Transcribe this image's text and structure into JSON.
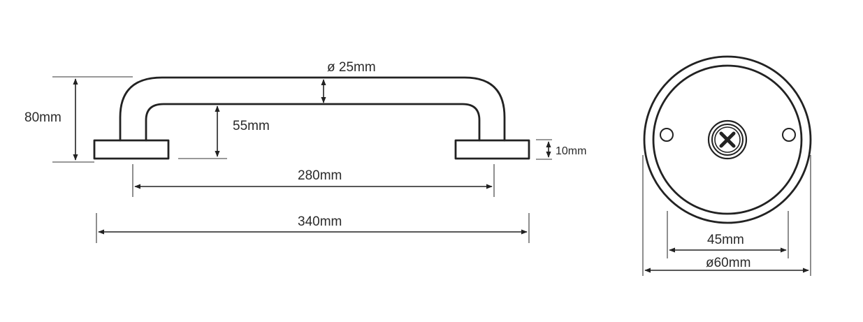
{
  "side_view": {
    "diameter_label": "ø 25mm",
    "height_label": "80mm",
    "inner_height_label": "55mm",
    "base_thickness_label": "10mm",
    "inner_width_label": "280mm",
    "overall_width_label": "340mm"
  },
  "front_view": {
    "hole_spacing_label": "45mm",
    "rosette_diameter_label": "ø60mm"
  },
  "colors": {
    "line": "#222222",
    "text": "#2a2a2a",
    "background": "#ffffff"
  }
}
